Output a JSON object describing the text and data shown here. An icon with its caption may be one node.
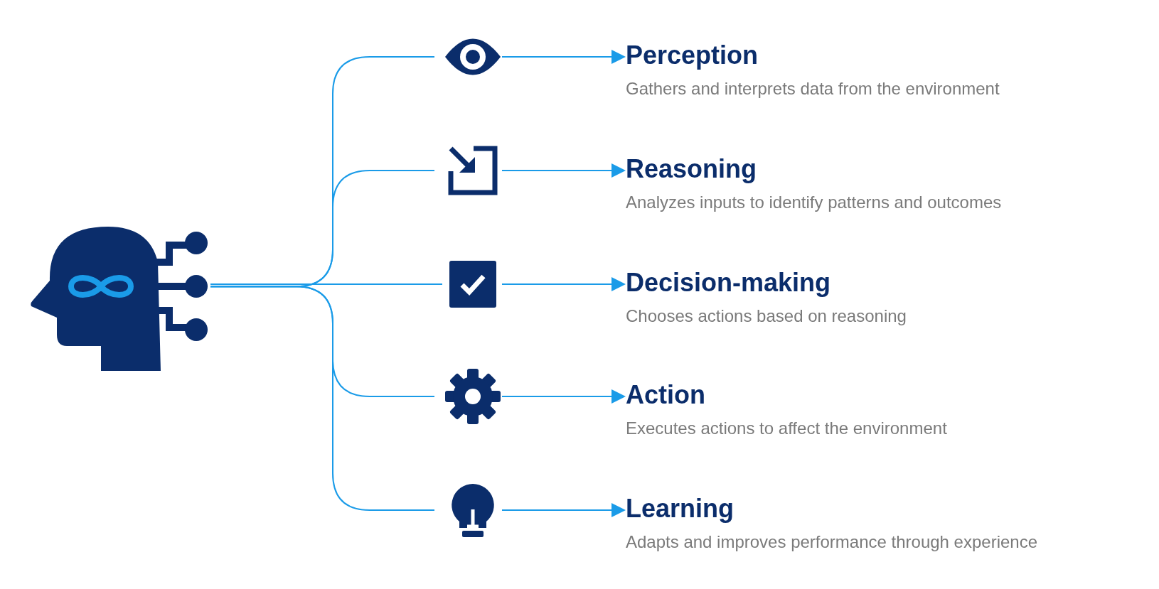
{
  "diagram": {
    "nodes": [
      {
        "text": [],
        "shape": "head"
      },
      {
        "text": [],
        "shape": "eye"
      },
      {
        "text": [
          "Perception",
          "Gathers and interprets data from the environment"
        ]
      },
      {
        "text": [],
        "shape": "arrow-box"
      },
      {
        "text": [
          "Reasoning",
          "Analyzes inputs to identify patterns and outcomes"
        ]
      },
      {
        "text": [],
        "shape": "checkbox"
      },
      {
        "text": [
          "Decision-making",
          "Chooses actions based on reasoning"
        ]
      },
      {
        "text": [],
        "shape": "gear"
      },
      {
        "text": [
          "Action",
          "Executes actions to affect the environment"
        ]
      },
      {
        "text": [],
        "shape": "bulb"
      },
      {
        "text": [
          "Learning",
          "Adapts and improves performance through experience"
        ]
      }
    ],
    "edges": [
      {
        "from": 0,
        "to": 1,
        "arrow": "none"
      },
      {
        "from": 0,
        "to": 3,
        "arrow": "none"
      },
      {
        "from": 0,
        "to": 5,
        "arrow": "none"
      },
      {
        "from": 0,
        "to": 7,
        "arrow": "none"
      },
      {
        "from": 0,
        "to": 9,
        "arrow": "none"
      },
      {
        "from": 1,
        "to": 2,
        "arrow": "to"
      },
      {
        "from": 3,
        "to": 4,
        "arrow": "to"
      },
      {
        "from": 5,
        "to": 6,
        "arrow": "to"
      },
      {
        "from": 7,
        "to": 8,
        "arrow": "to"
      },
      {
        "from": 9,
        "to": 10,
        "arrow": "to"
      }
    ]
  }
}
